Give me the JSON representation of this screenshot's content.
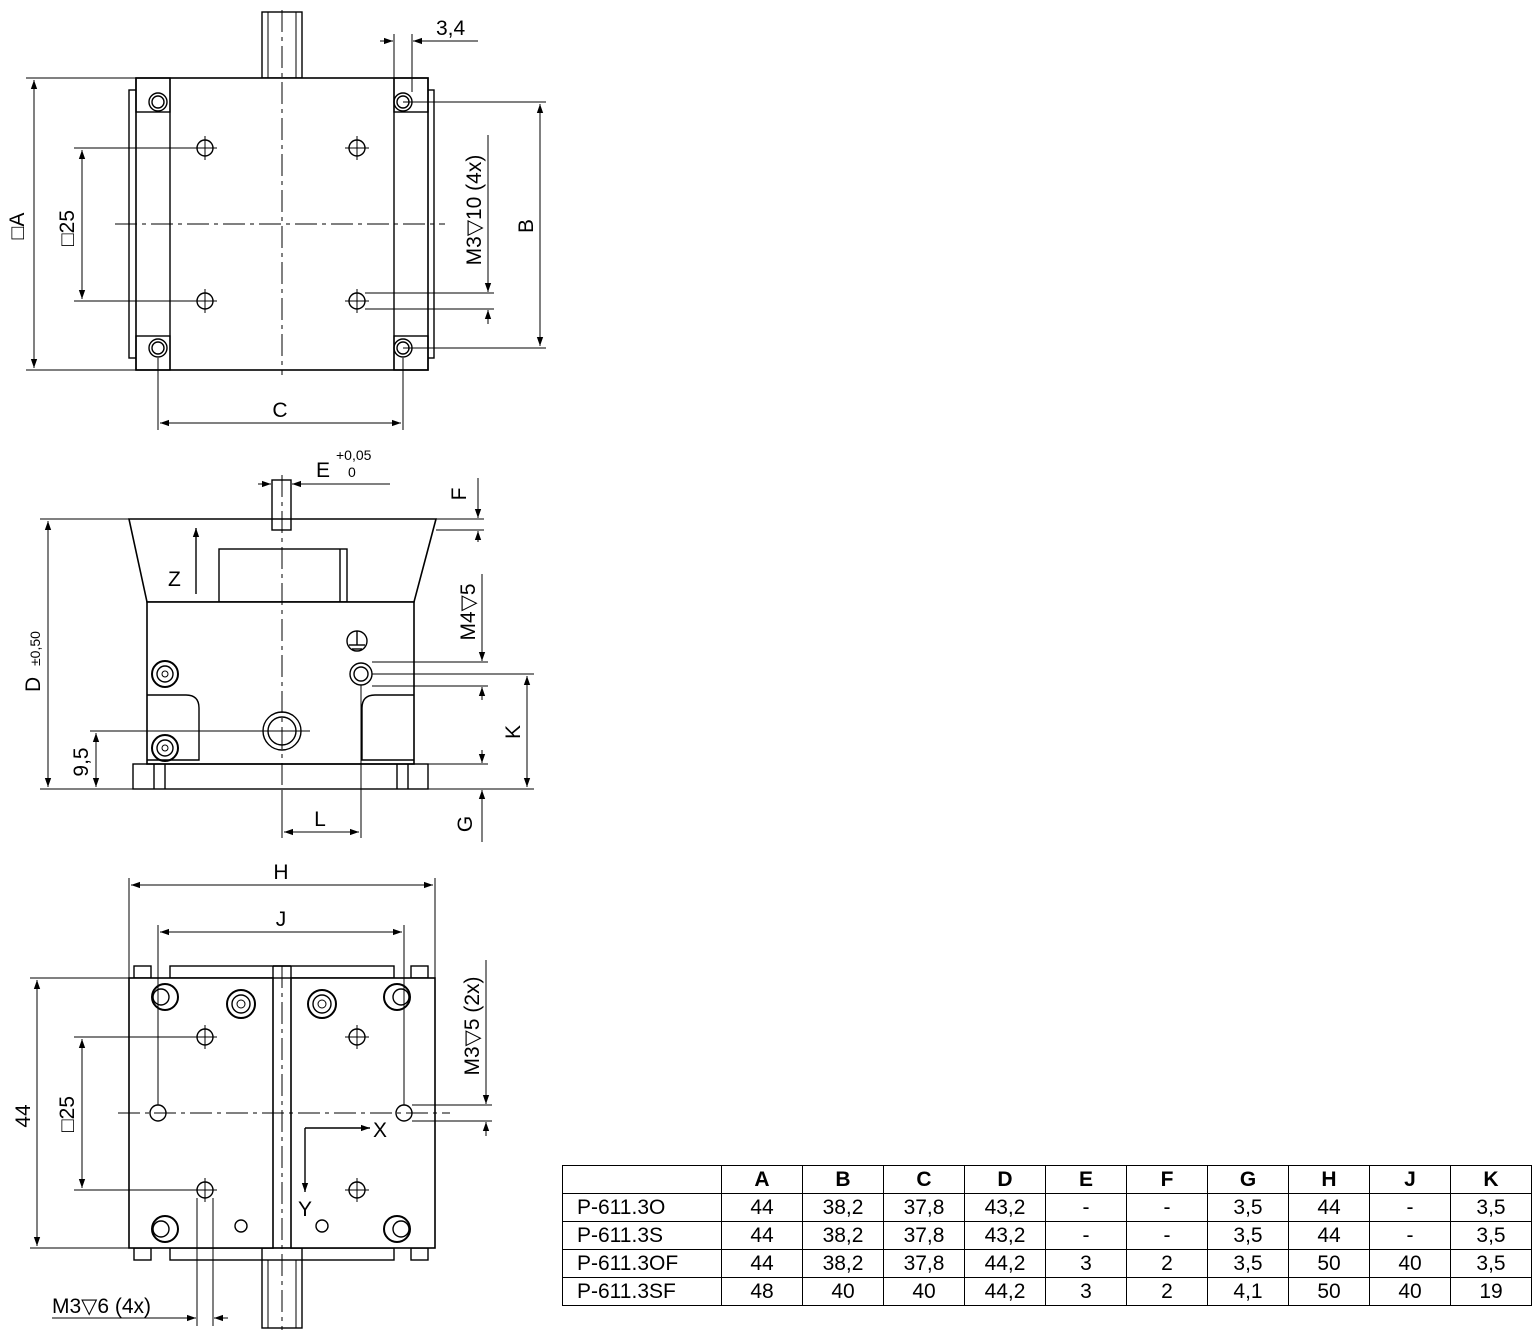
{
  "top_view": {
    "dim_a": "□A",
    "dim_25": "□25",
    "dim_b": "B",
    "dim_c": "C",
    "dim_34": "3,4",
    "thread_note": "M3▽10 (4x)"
  },
  "side_view": {
    "dim_d": "D",
    "dim_d_tol": "±0,50",
    "dim_e": "E",
    "dim_e_tol_upper": "+0,05",
    "dim_e_tol_lower": "0",
    "dim_f": "F",
    "dim_g": "G",
    "dim_k": "K",
    "dim_l": "L",
    "dim_95": "9,5",
    "axis_z": "Z",
    "thread_note": "M4▽5"
  },
  "bottom_view": {
    "dim_h": "H",
    "dim_j": "J",
    "dim_44": "44",
    "dim_25": "□25",
    "axis_x": "X",
    "axis_y": "Y",
    "thread_note_right": "M3▽5 (2x)",
    "thread_note_bottom": "M3▽6 (4x)"
  },
  "table": {
    "headers": [
      "",
      "A",
      "B",
      "C",
      "D",
      "E",
      "F",
      "G",
      "H",
      "J",
      "K"
    ],
    "rows": [
      [
        "P-611.3O",
        "44",
        "38,2",
        "37,8",
        "43,2",
        "-",
        "-",
        "3,5",
        "44",
        "-",
        "3,5"
      ],
      [
        "P-611.3S",
        "44",
        "38,2",
        "37,8",
        "43,2",
        "-",
        "-",
        "3,5",
        "44",
        "-",
        "3,5"
      ],
      [
        "P-611.3OF",
        "44",
        "38,2",
        "37,8",
        "44,2",
        "3",
        "2",
        "3,5",
        "50",
        "40",
        "3,5"
      ],
      [
        "P-611.3SF",
        "48",
        "40",
        "40",
        "44,2",
        "3",
        "2",
        "4,1",
        "50",
        "40",
        "19"
      ]
    ]
  }
}
